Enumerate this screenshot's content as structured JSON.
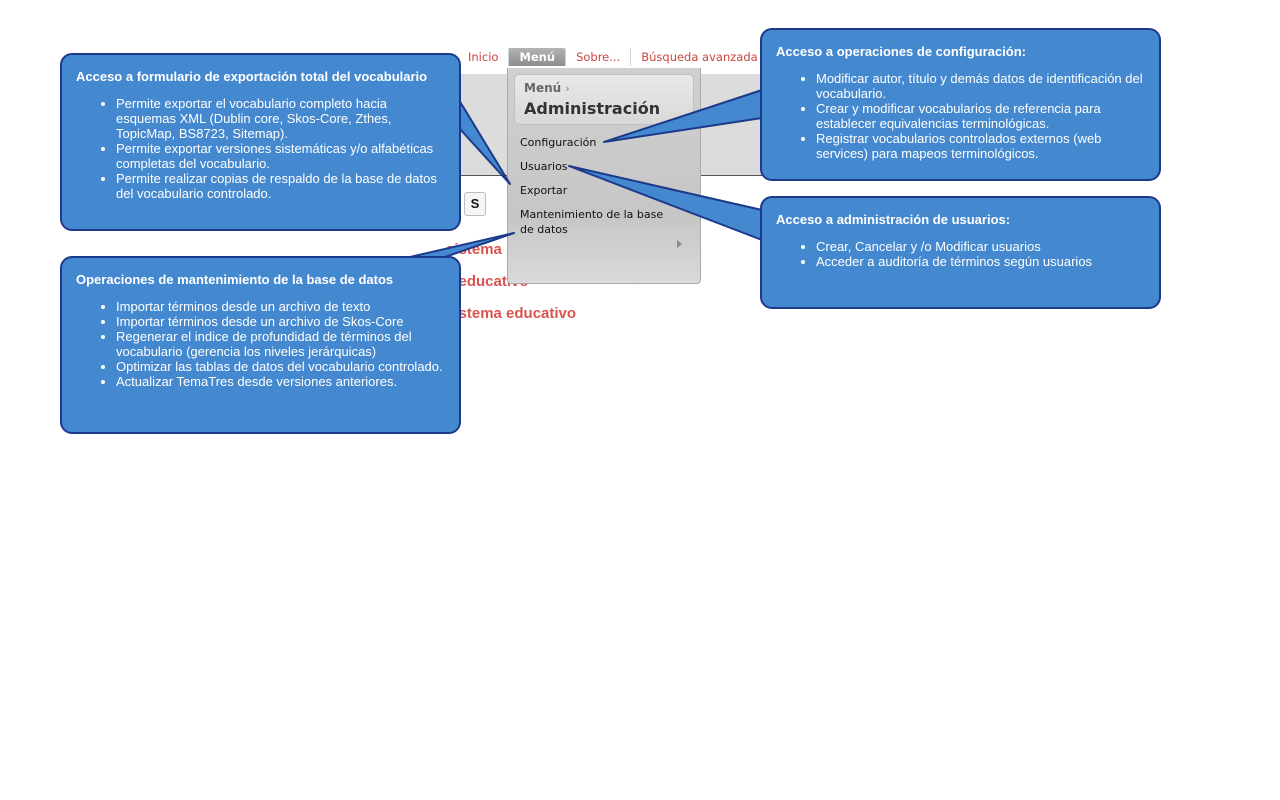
{
  "nav": {
    "items": [
      "Inicio",
      "Menú",
      "Sobre...",
      "Búsqueda avanzada"
    ]
  },
  "search_button_label": "S",
  "background_terms": [
    "sistema",
    "s educativo",
    "sistema educativo"
  ],
  "dropdown": {
    "crumb_small": "Menú",
    "crumb_title": "Administración",
    "items": [
      "Configuración",
      "Usuarios",
      "Exportar",
      "Mantenimiento de la base de datos"
    ]
  },
  "callouts": {
    "export": {
      "title": "Acceso a formulario de exportación total del vocabulario",
      "bullets": [
        "Permite exportar el vocabulario completo hacia esquemas XML (Dublin core, Skos-Core, Zthes, TopicMap, BS8723, Sitemap).",
        "Permite exportar versiones sistemáticas y/o alfabéticas completas del vocabulario.",
        "Permite realizar copias de respaldo de la base de datos del vocabulario controlado."
      ]
    },
    "maintenance": {
      "title": "Operaciones de mantenimiento de la base de datos",
      "bullets": [
        "Importar términos desde un archivo de texto",
        "Importar términos desde un archivo de Skos-Core",
        "Regenerar el indice de profundidad de términos del vocabulario (gerencia los niveles jerárquicas)",
        "Optimizar las tablas de datos del vocabulario controlado.",
        "Actualizar TemaTres desde versiones anteriores."
      ]
    },
    "config": {
      "title": "Acceso a operaciones de configuración:",
      "bullets": [
        "Modificar autor, título y demás datos de identificación del vocabulario.",
        "Crear y modificar vocabularios de referencia para establecer equivalencias terminológicas.",
        "Registrar vocabularios controlados externos (web services) para mapeos terminológicos."
      ]
    },
    "users": {
      "title": "Acceso a administración de usuarios:",
      "bullets": [
        "Crear, Cancelar y /o Modificar usuarios",
        "Acceder a auditoría de términos según usuarios"
      ]
    }
  },
  "colors": {
    "callout_fill": "#4488cf",
    "callout_border": "#1d3a8a",
    "link_red": "#c9473f",
    "term_red": "#d9534f"
  }
}
